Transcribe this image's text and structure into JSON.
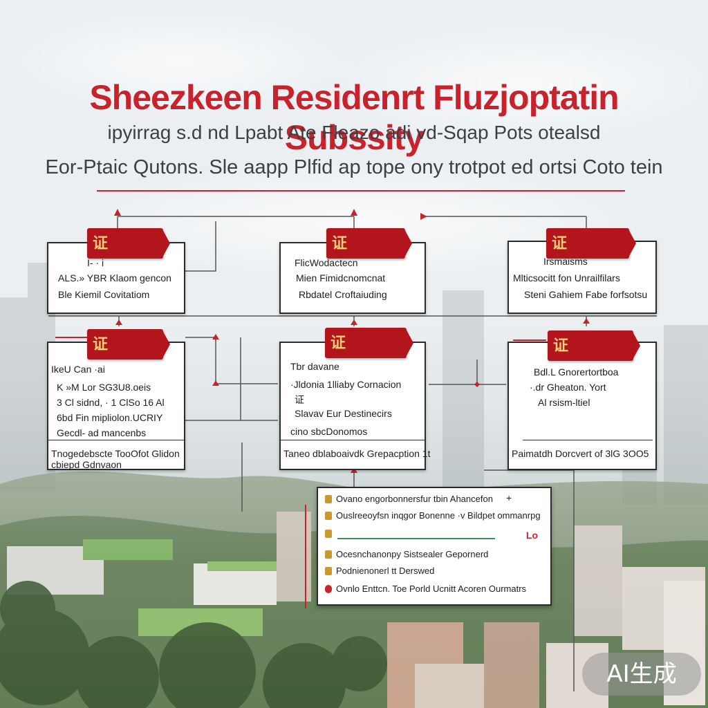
{
  "header": {
    "title": "Sheezkeen Residenrt Fluzjoptatin Subssity",
    "subtitle_1": "ipyirrag s.d nd Lpabt Ate Fleazo adi vd-Sqap Pots otealsd",
    "subtitle_2": "Eor-Ptaic Qutons. Sle aapp Plfid ap tope ony trotpot ed ortsi Coto tein"
  },
  "colors": {
    "accent_red": "#c8232c",
    "tag_red": "#b3151d",
    "tag_gold": "#f2cf77",
    "connector_gray": "#555555"
  },
  "cards": [
    {
      "tag": "证",
      "lines": [
        "I- · i",
        "ALS.» YBR Klaom gencon",
        "Ble Kiemil Covitatiom"
      ]
    },
    {
      "tag": "证",
      "lines": [
        "FlicWodactecn",
        "Mien Fimidcnomcnat",
        "Rbdatel Croftaiuding"
      ]
    },
    {
      "tag": "证",
      "lines": [
        "Irsmaisms",
        "Mlticsocitt fon Unrailfilars",
        "Steni Gahiem Fabe forfsotsu"
      ]
    },
    {
      "tag": "证",
      "lines": [
        "IkeU Can ·ai",
        "K »M Lor SG3U8.oeis",
        "3 Cl sidnd, · 1 ClSo 16 Al",
        "6bd Fin mipliolon.UCRIY",
        "Gecdl- ad mancenbs"
      ],
      "footer": "Tnogedebscte TooOfot Glidon cbiepd Gdnvaon"
    },
    {
      "tag": "证",
      "lines": [
        "Tbr davane",
        "·Jldonia 1lliaby Cornacion",
        "证",
        "Slavav Eur Destinecirs",
        "cino sbcDonomos"
      ],
      "footer": "Taneo dblaboaivdk Grepacption 1t"
    },
    {
      "tag": "证",
      "lines": [
        "Bdl.L Gnorertortboa",
        "·.dr Gheaton. Yort",
        "Al rsism-ltiel"
      ],
      "footer": "Paimatdh Dorcvert of 3lG 3OO5"
    }
  ],
  "notice": {
    "rows": [
      "Ovano engorbonnersfur tbin Ahancefon",
      "Ouslreeoyfsn inqgor Bonenne ·v Bildpet ommanrpg",
      "",
      "Ocesnchanonpy Sistsealer Gepornerd",
      "Podnienonerl tt Derswed",
      "Ovnlo Enttcn. Toe Porld Ucnitt Acoren Ourmatrs"
    ],
    "plus": "+",
    "mark": "Lo"
  },
  "watermark": "AI生成"
}
